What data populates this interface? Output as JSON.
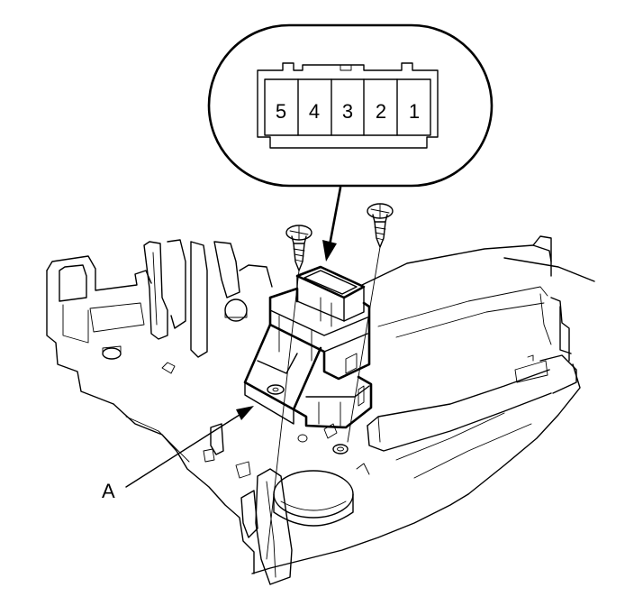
{
  "connector": {
    "pins": [
      "5",
      "4",
      "3",
      "2",
      "1"
    ]
  },
  "callout": {
    "label": "A"
  }
}
